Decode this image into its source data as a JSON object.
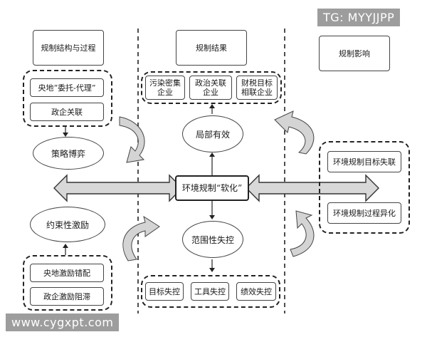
{
  "headers": {
    "structure": "规制结构与过程",
    "results": "规制结果",
    "impact": "规制影响"
  },
  "structure_group": {
    "item1": "央地“委托-代理”",
    "item2": "政企关联"
  },
  "strategy": "策略博弈",
  "constraint": "约束性激励",
  "incentive_group": {
    "item1": "央地激励错配",
    "item2": "政企激励阻滞"
  },
  "results_group": {
    "item1": "污染密集企业",
    "item2": "政治关联企业",
    "item3": "财税目标相联企业"
  },
  "local_effective": "局部有效",
  "center": "环境规制“软化”",
  "scope_loss": "范围性失控",
  "loss_group": {
    "item1": "目标失控",
    "item2": "工具失控",
    "item3": "绩效失控"
  },
  "impact_group": {
    "item1": "环境规制目标失联",
    "item2": "环境规制过程异化"
  },
  "watermark_top": "TG: MYYJJPP",
  "watermark_bottom": "www.cygxpt.com"
}
